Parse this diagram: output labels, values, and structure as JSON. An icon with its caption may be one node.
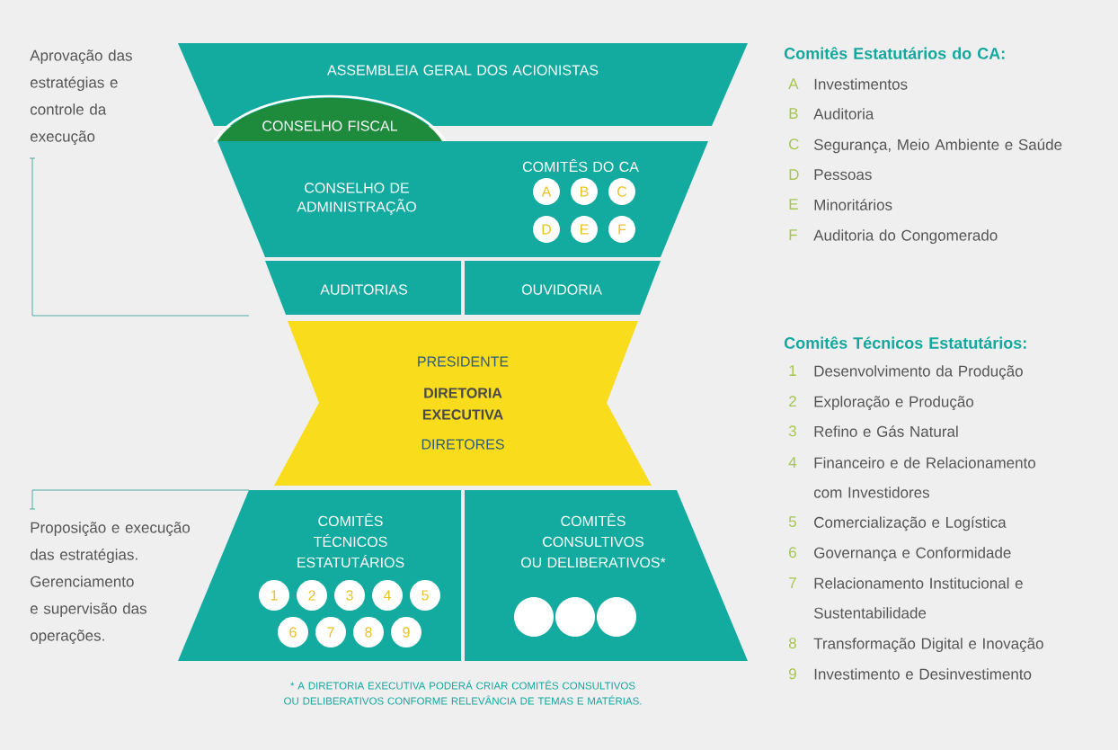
{
  "diagram": {
    "nodes": [
      {
        "text": [
          "ASSEMBLEIA GERAL DOS ACIONISTAS"
        ]
      },
      {
        "text": [
          "CONSELHO FISCAL"
        ]
      },
      {
        "text": [
          "CONSELHO DE ADMINISTRAÇÃO",
          "COMITÊS DO CA"
        ]
      },
      {
        "text": [
          "A"
        ],
        "in": 2
      },
      {
        "text": [
          "B"
        ],
        "in": 2
      },
      {
        "text": [
          "C"
        ],
        "in": 2
      },
      {
        "text": [
          "D"
        ],
        "in": 2
      },
      {
        "text": [
          "E"
        ],
        "in": 2
      },
      {
        "text": [
          "F"
        ],
        "in": 2
      },
      {
        "text": [
          "AUDITORIAS"
        ]
      },
      {
        "text": [
          "OUVIDORIA"
        ]
      },
      {
        "text": [
          "PRESIDENTE",
          "DIRETORIA EXECUTIVA",
          "DIRETORES"
        ]
      },
      {
        "text": [
          "COMITÊS TÉCNICOS ESTATUTÁRIOS"
        ]
      },
      {
        "text": [
          "1"
        ],
        "in": 12
      },
      {
        "text": [
          "2"
        ],
        "in": 12
      },
      {
        "text": [
          "3"
        ],
        "in": 12
      },
      {
        "text": [
          "4"
        ],
        "in": 12
      },
      {
        "text": [
          "5"
        ],
        "in": 12
      },
      {
        "text": [
          "6"
        ],
        "in": 12
      },
      {
        "text": [
          "7"
        ],
        "in": 12
      },
      {
        "text": [
          "8"
        ],
        "in": 12
      },
      {
        "text": [
          "9"
        ],
        "in": 12
      },
      {
        "text": [
          "COMITÊS CONSULTIVOS OU DELIBERATIVOS*"
        ]
      },
      {
        "text": [],
        "shape": "circle",
        "in": 22
      },
      {
        "text": [],
        "shape": "circle",
        "in": 22
      },
      {
        "text": [],
        "shape": "circle",
        "in": 22
      }
    ],
    "labels": [
      "Aprovação das estratégias e controle da execução",
      "Proposição e execução das estratégias. Gerenciamento e supervisão das operações.",
      "Comitês Estatutários do CA:",
      "A",
      "Investimentos",
      "B",
      "Auditoria",
      "C",
      "Segurança, Meio Ambiente e Saúde",
      "D",
      "Pessoas",
      "E",
      "Minoritários",
      "F",
      "Auditoria do Congomerado",
      "Comitês Técnicos Estatutários:",
      "1",
      "Desenvolvimento da Produção",
      "2",
      "Exploração e Produção",
      "3",
      "Refino e Gás Natural",
      "4",
      "Financeiro e de Relacionamento com Investidores",
      "5",
      "Comercialização e Logística",
      "6",
      "Governança e Conformidade",
      "7",
      "Relacionamento Institucional e Sustentabilidade",
      "8",
      "Transformação Digital e Inovação",
      "9",
      "Investimento e Desinvestimento",
      "* A DIRETORIA EXECUTIVA PODERÁ CRIAR COMITÊS CONSULTIVOS OU DELIBERATIVOS CONFORME RELEVÂNCIA DE TEMAS E MATÉRIAS."
    ]
  }
}
